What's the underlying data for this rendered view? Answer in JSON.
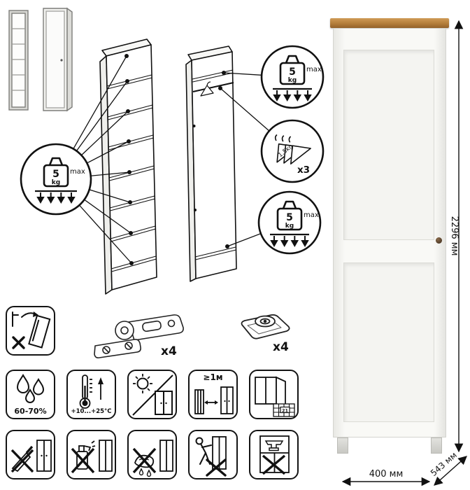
{
  "callouts": {
    "shelf_load": {
      "value": "5",
      "unit": "kg",
      "max_label": "max"
    },
    "top_load": {
      "value": "5",
      "unit": "kg",
      "max_label": "max"
    },
    "hanger_load": {
      "weight": "1.5kg",
      "count": "x3"
    },
    "bottom_load": {
      "value": "5",
      "unit": "kg",
      "max_label": "max"
    }
  },
  "hardware": {
    "hinge_count": "x4",
    "foot_count": "x4"
  },
  "care": {
    "humidity": "60-70%",
    "temperature": "+10...+25°C",
    "min_distance": "≥1м",
    "tile_number": "21"
  },
  "dimensions": {
    "height": "2296 мм",
    "width": "400 мм",
    "depth": "543 мм"
  }
}
